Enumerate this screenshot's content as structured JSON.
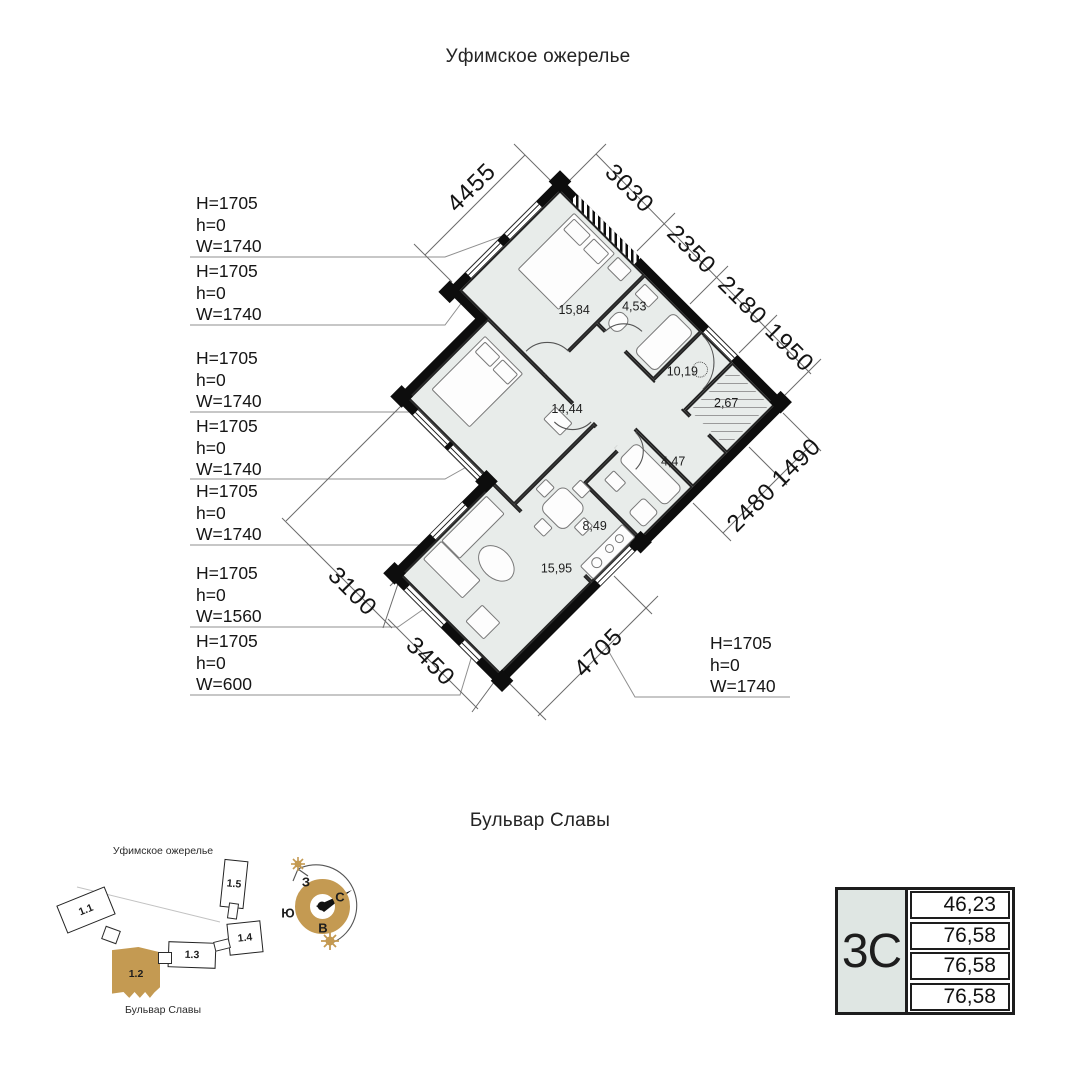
{
  "page": {
    "street_top": "Уфимское ожерелье",
    "street_bottom": "Бульвар Славы"
  },
  "window_specs": [
    {
      "height": "H=1705",
      "sill": "h=0",
      "width": "W=1740"
    },
    {
      "height": "H=1705",
      "sill": "h=0",
      "width": "W=1740"
    },
    {
      "height": "H=1705",
      "sill": "h=0",
      "width": "W=1740"
    },
    {
      "height": "H=1705",
      "sill": "h=0",
      "width": "W=1740"
    },
    {
      "height": "H=1705",
      "sill": "h=0",
      "width": "W=1740"
    },
    {
      "height": "H=1705",
      "sill": "h=0",
      "width": "W=1560"
    },
    {
      "height": "H=1705",
      "sill": "h=0",
      "width": "W=600"
    },
    {
      "height": "H=1705",
      "sill": "h=0",
      "width": "W=1740"
    }
  ],
  "dimensions": {
    "nw": "4455",
    "ne": [
      "3030",
      "2350",
      "2180",
      "1950"
    ],
    "east": [
      "2480",
      "1490"
    ],
    "sw": [
      "3100",
      "3450"
    ],
    "se": "4705"
  },
  "rooms": [
    {
      "name": "bedroom-1",
      "area": "15,84"
    },
    {
      "name": "bathroom-1",
      "area": "4,53"
    },
    {
      "name": "hallway",
      "area": "10,19"
    },
    {
      "name": "wardrobe",
      "area": "2,67"
    },
    {
      "name": "bathroom-2",
      "area": "4,47"
    },
    {
      "name": "bedroom-2",
      "area": "14,44"
    },
    {
      "name": "kitchen-dining",
      "area": "8,49"
    },
    {
      "name": "living-room",
      "area": "15,95"
    }
  ],
  "site_plan": {
    "street_top": "Уфимское ожерелье",
    "street_bottom": "Бульвар Славы",
    "buildings": [
      {
        "label": "1.1"
      },
      {
        "label": "1.2"
      },
      {
        "label": "1.3"
      },
      {
        "label": "1.4"
      },
      {
        "label": "1.5"
      }
    ],
    "highlighted_building": "1.2"
  },
  "compass": {
    "top": "З",
    "left": "Ю",
    "right": "С",
    "bottom": "В"
  },
  "info_table": {
    "unit": "3С",
    "values": [
      "46,23",
      "76,58",
      "76,58",
      "76,58"
    ]
  },
  "colors": {
    "room_fill": "#e8ecea",
    "wall": "#0d0d0d",
    "accent_gold": "#c49a52",
    "table_cell_bg": "#dfe6e3"
  }
}
